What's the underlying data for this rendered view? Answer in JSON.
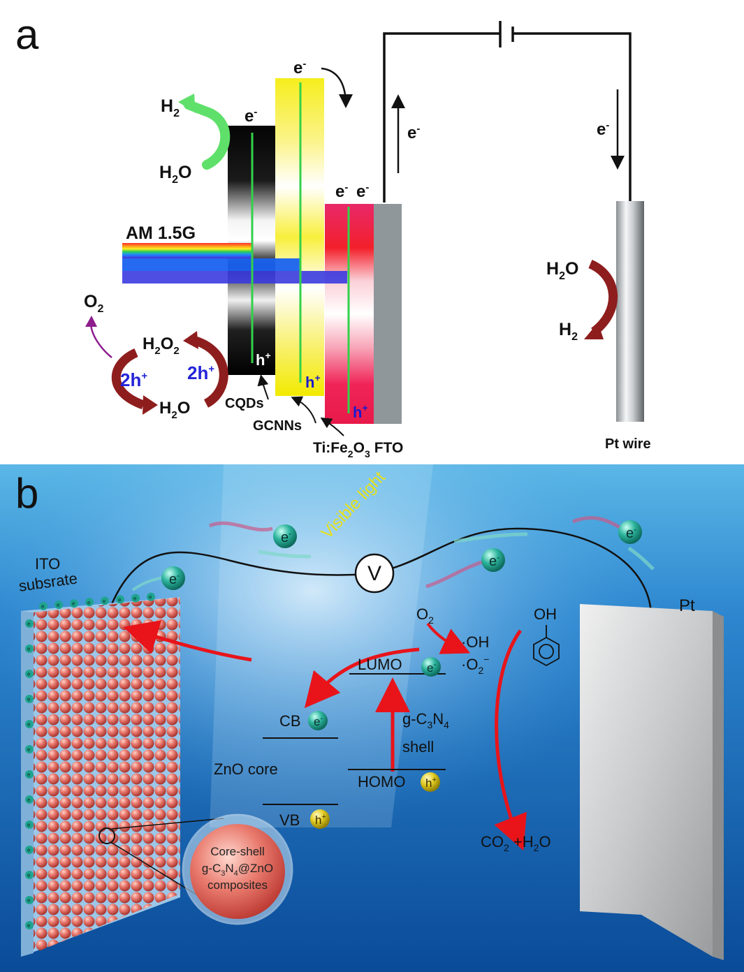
{
  "panel_a": {
    "letter": "a",
    "light_label": "AM 1.5G",
    "electron": "e",
    "electron_sup": "-",
    "hole": "h",
    "hole_sup": "+",
    "left_reaction": {
      "product": "H",
      "product_sub": "2",
      "reactant": "H",
      "reactant_sub": "2",
      "reactant_tail": "O"
    },
    "oxygen": {
      "main": "O",
      "sub": "2"
    },
    "peroxide": {
      "p1": "H",
      "s1": "2",
      "p2": "O",
      "s2": "2"
    },
    "water_bottom": {
      "p1": "H",
      "s1": "2",
      "p2": "O"
    },
    "two_holes_1": "2h",
    "two_holes_2": "2h",
    "layer_labels": {
      "cqds": "CQDs",
      "gcnns": "GCNNs",
      "fe2o3_a": "Ti:Fe",
      "fe2o3_sub1": "2",
      "fe2o3_b": "O",
      "fe2o3_sub2": "3",
      "fto": "FTO"
    },
    "pt": {
      "label": "Pt wire",
      "h2o_a": "H",
      "h2o_sub": "2",
      "h2o_b": "O",
      "h2_a": "H",
      "h2_sub": "2"
    }
  },
  "panel_b": {
    "letter": "b",
    "visible_light": "Visible light",
    "ito_line1": "ITO",
    "ito_line2": "subsrate",
    "pt_label": "Pt",
    "voltmeter": "V",
    "electron": "e",
    "electron_sup": "-",
    "hole": "h",
    "hole_sup": "+",
    "o2": {
      "a": "O",
      "sub": "2"
    },
    "oh_radical": "·OH",
    "superoxide": {
      "a": "·O",
      "sub": "2",
      "sup": "−"
    },
    "phenol_oh": "OH",
    "lumo": "LUMO",
    "homo": "HOMO",
    "cb": "CB",
    "vb": "VB",
    "zno_core": "ZnO core",
    "gcn_shell": {
      "a": "g-C",
      "sub1": "3",
      "b": "N",
      "sub2": "4",
      "line2": "shell"
    },
    "products": {
      "a": "CO",
      "sub": "2",
      "b": " +H",
      "sub2": "2",
      "c": "O"
    },
    "bubble": {
      "line1": "Core-shell",
      "line2a": "g-C",
      "line2s1": "3",
      "line2b": "N",
      "line2s2": "4",
      "line2c": "@ZnO",
      "line3": "composites"
    }
  },
  "colors": {
    "water_top": "#58b4e6",
    "water_bottom": "#0b4e9b",
    "arrow_red": "#e8141a",
    "maroon": "#8e1d1d",
    "green": "#33d14a",
    "electron_ball": "#1fa48f",
    "hole_ball": "#d9c31a",
    "sphere": "#e06a62"
  }
}
